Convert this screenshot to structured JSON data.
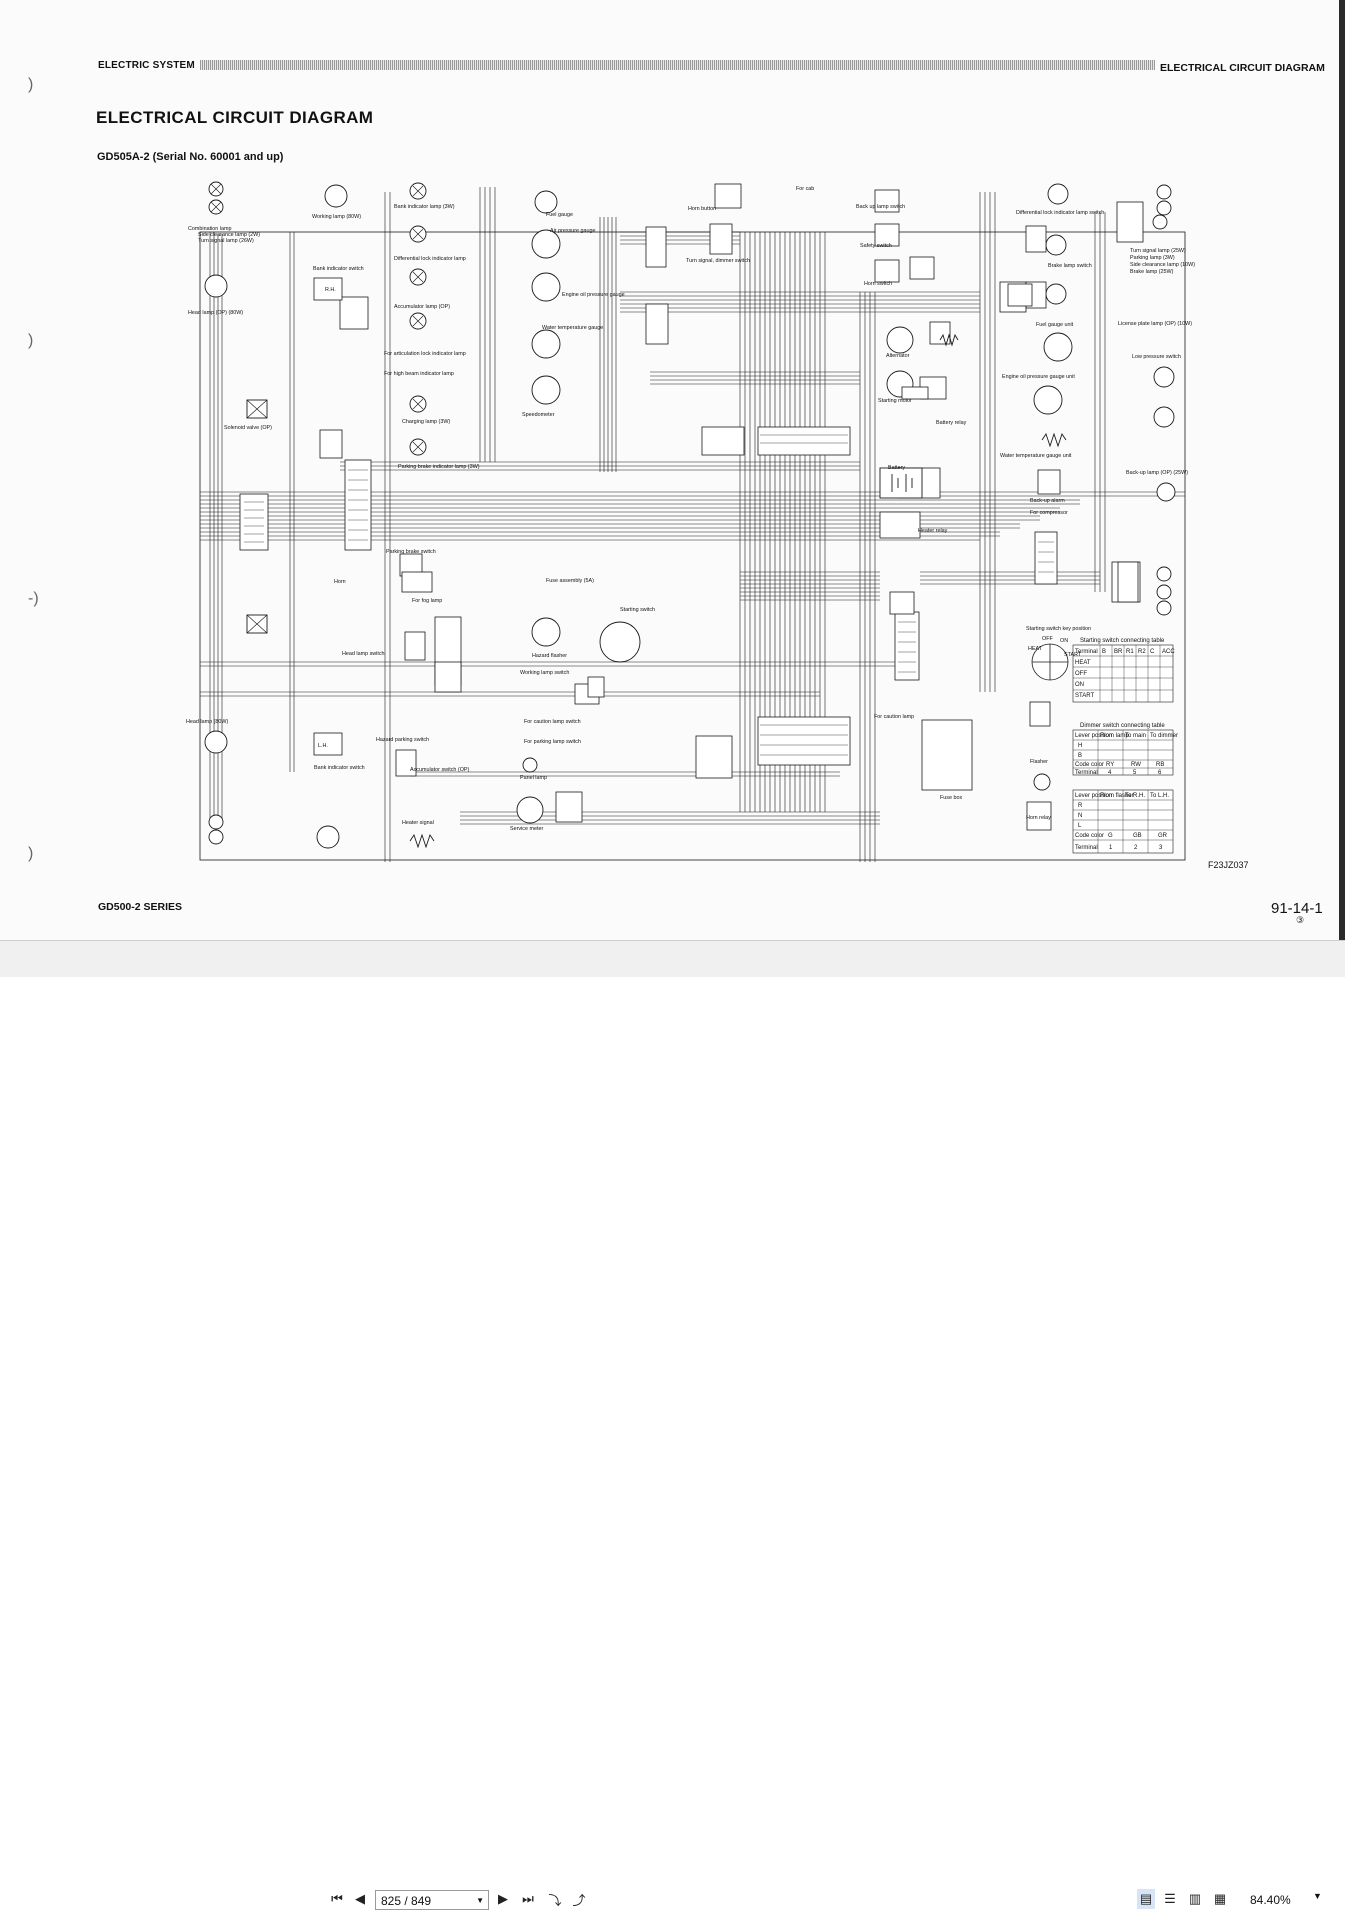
{
  "header": {
    "section_left": "ELECTRIC SYSTEM",
    "section_right": "ELECTRICAL CIRCUIT DIAGRAM"
  },
  "title": "ELECTRICAL CIRCUIT DIAGRAM",
  "subtitle": "GD505A-2 (Serial No. 60001 and up)",
  "footer": {
    "series": "GD500-2 SERIES",
    "page_number": "91-14-1",
    "revision": "③",
    "figure_id": "F23JZ037"
  },
  "diagram": {
    "labels": [
      "Combination lamp",
      "Side clearance lamp (2W)",
      "Turn signal lamp (26W)",
      "Working lamp (80W)",
      "Bank indicator lamp (3W)",
      "Fuel gauge",
      "Horn button",
      "For cab",
      "Back up lamp switch",
      "Differential lock indicator lamp switch",
      "Air pressure gauge",
      "Turn signal, dimmer switch",
      "Safety switch",
      "Brake lamp switch",
      "Turn signal lamp (25W)",
      "Parking lamp (3W)",
      "Side clearance lamp (10W)",
      "Brake lamp (25W)",
      "Bank indicator switch",
      "Differential lock indicator lamp",
      "Engine oil pressure gauge",
      "Horn switch",
      "Head lamp (OP) (80W)",
      "Accumulator lamp (OP)",
      "Water temperature gauge",
      "Fuel gauge unit",
      "License plate lamp (OP) (10W)",
      "Alternator",
      "Low pressure switch",
      "For articulation lock indicator lamp",
      "For high beam indicator lamp",
      "Engine oil pressure gauge unit",
      "Starting motor",
      "Speedometer",
      "Solenoid valve (OP)",
      "Charging lamp (3W)",
      "Battery relay",
      "Water temperature gauge unit",
      "Battery",
      "Parking brake indicator lamp (3W)",
      "Back-up lamp (OP) (25W)",
      "Back-up alarm",
      "For compressor",
      "Heater relay",
      "Parking brake switch",
      "Horn",
      "Fuse assembly (5A)",
      "For fog lamp",
      "Starting switch",
      "Hazard flasher",
      "Head lamp switch",
      "Starting switch key position",
      "Working lamp switch",
      "For caution lamp",
      "Head lamp (80W)",
      "Hazard parking switch",
      "For caution lamp switch",
      "For parking lamp switch",
      "Bank indicator switch",
      "Panel lamp",
      "Accumulator switch (OP)",
      "Fuse box",
      "Flasher",
      "Service meter",
      "Heater signal",
      "Horn relay",
      "R.H.",
      "L.H."
    ],
    "key_positions": [
      "HEAT",
      "OFF",
      "ON",
      "START"
    ],
    "starting_table": {
      "title": "Starting switch connecting table",
      "headers": [
        "Terminal / Position",
        "B",
        "BR",
        "R1",
        "R2",
        "C",
        "ACC"
      ],
      "rows": [
        "HEAT",
        "OFF",
        "ON",
        "START"
      ]
    },
    "dimmer_table": {
      "title": "Dimmer switch connecting table",
      "headers": [
        "Lever position",
        "From lamp switch",
        "To main head lamp",
        "To dimmer head lamp"
      ],
      "rows": [
        "H",
        "B"
      ],
      "code_color": [
        "Code color",
        "RY",
        "RW",
        "RB"
      ],
      "terminal": [
        "Terminal",
        "4",
        "5",
        "6"
      ]
    },
    "turn_table": {
      "headers": [
        "Lever position",
        "From flasher unit",
        "To R.H. signal lamp",
        "To L.H. signal lamp"
      ],
      "rows": [
        "R",
        "N",
        "L"
      ],
      "code_color": [
        "Code color",
        "G",
        "GB",
        "GR"
      ],
      "terminal": [
        "Terminal",
        "1",
        "2",
        "3"
      ]
    }
  },
  "toolbar": {
    "page_indicator": "825 / 849",
    "zoom": "84.40%"
  }
}
